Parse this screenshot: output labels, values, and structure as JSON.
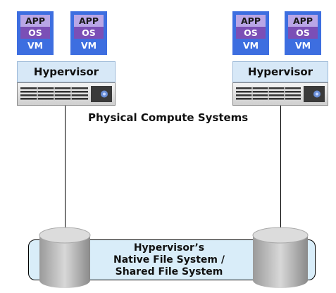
{
  "left_host": {
    "vms": [
      {
        "app": "APP",
        "os": "OS",
        "vm": "VM"
      },
      {
        "app": "APP",
        "os": "OS",
        "vm": "VM"
      }
    ],
    "hypervisor": "Hypervisor"
  },
  "right_host": {
    "vms": [
      {
        "app": "APP",
        "os": "OS",
        "vm": "VM"
      },
      {
        "app": "APP",
        "os": "OS",
        "vm": "VM"
      }
    ],
    "hypervisor": "Hypervisor"
  },
  "compute_caption": "Physical Compute Systems",
  "storage": {
    "label_lines": [
      "Hypervisor’s",
      "Native File System /",
      "Shared File System"
    ]
  },
  "colors": {
    "vm_blue": "#3d6ee0",
    "app_lavender": "#b9a6e6",
    "os_purple": "#7b4fb6",
    "hypervisor_fill": "#d7e8f7",
    "storage_fill": "#d9edf9"
  }
}
